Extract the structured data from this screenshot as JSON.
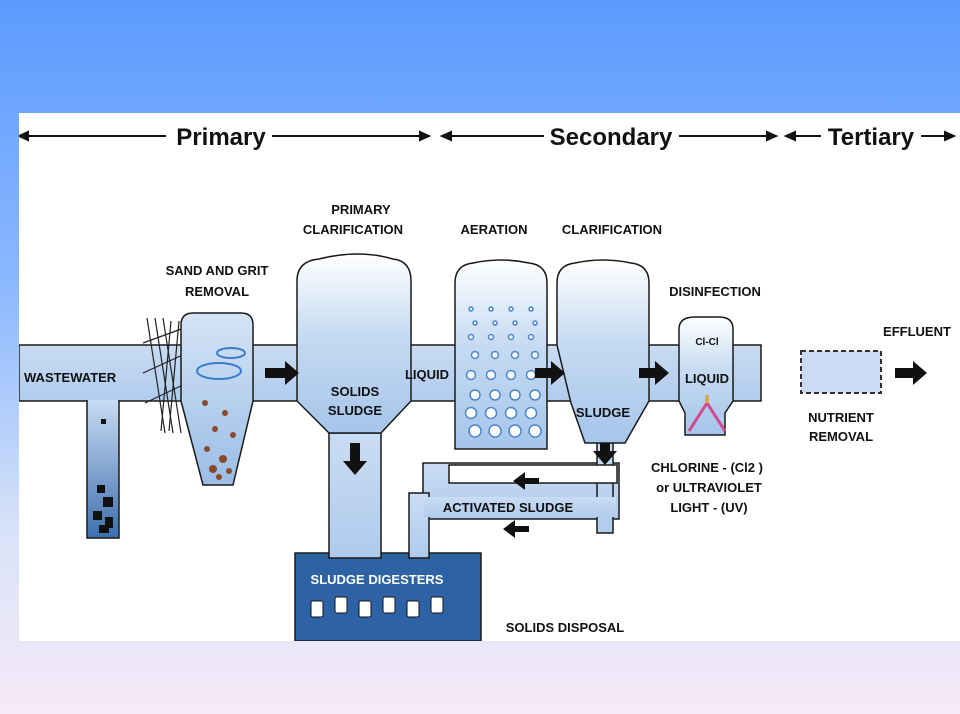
{
  "stages": {
    "primary": "Primary",
    "secondary": "Secondary",
    "tertiary": "Tertiary"
  },
  "labels": {
    "primary_clarification": [
      "PRIMARY",
      "CLARIFICATION"
    ],
    "aeration": "AERATION",
    "clarification": "CLARIFICATION",
    "sand_grit": [
      "SAND AND GRIT",
      "REMOVAL"
    ],
    "disinfection": "DISINFECTION",
    "effluent": "EFFLUENT",
    "wastewater": "WASTEWATER",
    "solids_sludge": [
      "SOLIDS",
      "SLUDGE"
    ],
    "liquid_primary": "LIQUID",
    "sludge_secondary": "SLUDGE",
    "liquid_disinfection": "LIQUID",
    "chlorine_molecule": "Cl-Cl",
    "disinfection_methods": [
      "CHLORINE - (Cl2 )",
      "or ULTRAVIOLET",
      "LIGHT - (UV)"
    ],
    "nutrient_removal": [
      "NUTRIENT",
      "REMOVAL"
    ],
    "activated_sludge": "ACTIVATED SLUDGE",
    "sludge_digesters": "SLUDGE DIGESTERS",
    "solids_disposal": "SOLIDS DISPOSAL"
  },
  "colors": {
    "water_light": "#c9dcf3",
    "water_mid": "#a9c8eb",
    "water_dark": "#2f5f9a",
    "digester": "#2d62a4",
    "outline": "#1a1a1a"
  }
}
